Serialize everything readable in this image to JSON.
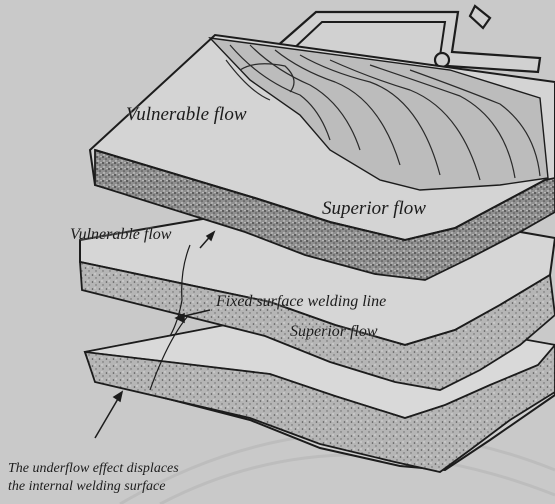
{
  "diagram": {
    "labels": {
      "vulnerable_flow_top": "Vulnerable flow",
      "superior_flow_top": "Superior flow",
      "vulnerable_flow_mid": "Vulnerable flow",
      "fixed_surface_welding_line": "Fixed surface welding line",
      "superior_flow_mid": "Superior flow",
      "underflow_note_line1": "The underflow effect displaces",
      "underflow_note_line2": "the internal welding surface"
    },
    "colors": {
      "background": "#c9c9c9",
      "slab_top": "#d6d6d6",
      "slab_edge": "#9a9a9a",
      "ink": "#1c1c1c"
    }
  }
}
